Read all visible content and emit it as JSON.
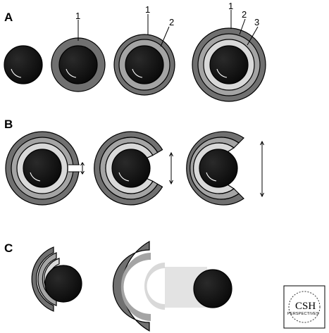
{
  "panels": {
    "a": {
      "label": "A"
    },
    "b": {
      "label": "B"
    },
    "c": {
      "label": "C"
    }
  },
  "layer_labels": {
    "one": "1",
    "two": "2",
    "three": "3"
  },
  "logo": {
    "main": "CSH",
    "sub": "PERSPECTIVES"
  },
  "colors": {
    "core": "#111111",
    "layer1": "#707070",
    "layer2": "#a4a4a4",
    "layer3": "#d9d9d9",
    "stroke": "#000000"
  }
}
